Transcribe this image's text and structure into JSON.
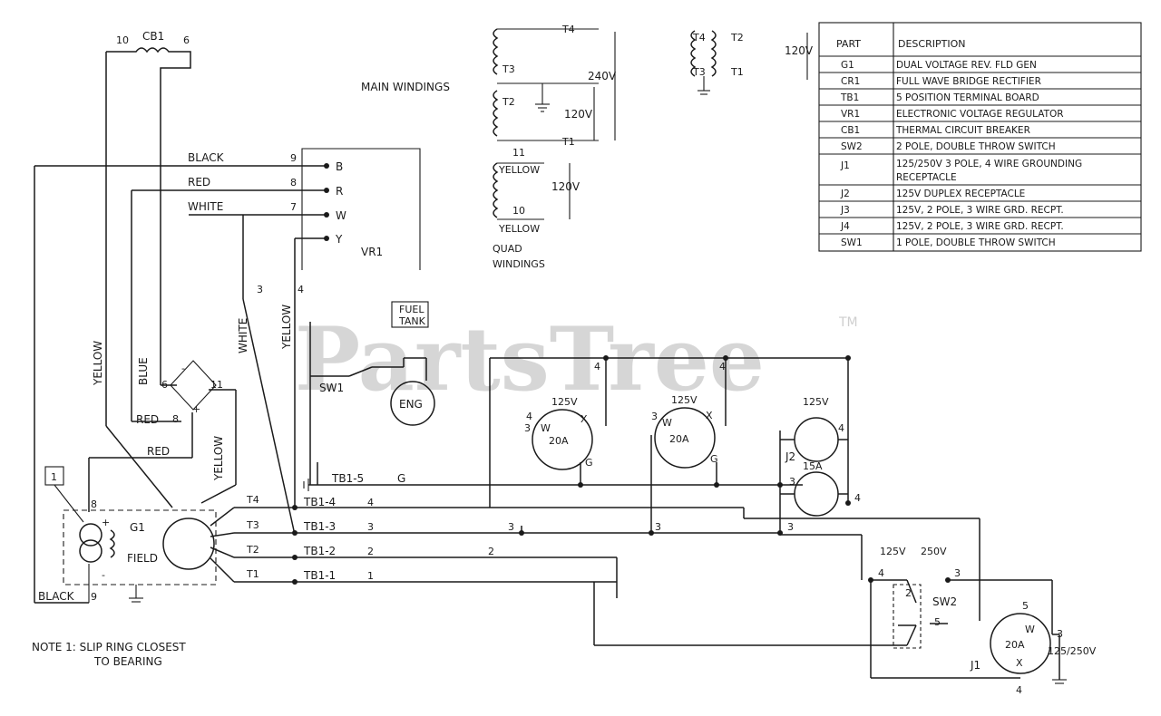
{
  "watermark": {
    "brand": "PartsTree",
    "tm": "TM"
  },
  "labels": {
    "main_windings": "MAIN WINDINGS",
    "quad_line1": "QUAD",
    "quad_line2": "WINDINGS",
    "t4": "T4",
    "t3": "T3",
    "t2": "T2",
    "t1": "T1",
    "v240": "240V",
    "v120": "120V",
    "yellow": "YELLOW",
    "n11": "11",
    "n10": "10",
    "cb1": "CB1",
    "n10_top": "10",
    "n6_top": "6",
    "black": "BLACK",
    "red": "RED",
    "white": "WHITE",
    "blue": "BLUE",
    "vr1": "VR1",
    "term_b": "B",
    "term_r": "R",
    "term_w": "W",
    "term_y": "Y",
    "n9": "9",
    "n8": "8",
    "n7": "7",
    "n4": "4",
    "n3": "3",
    "n6": "6",
    "fuel_tank_1": "FUEL",
    "fuel_tank_2": "TANK",
    "sw1": "SW1",
    "eng": "ENG",
    "cr1_plus": "+",
    "cr1_minus": "-",
    "field": "FIELD",
    "g1": "G1",
    "note_box": "1",
    "tb1_5": "TB1-5",
    "tb1_4": "TB1-4",
    "tb1_3": "TB1-3",
    "tb1_2": "TB1-2",
    "tb1_1": "TB1-1",
    "g": "G",
    "n1": "1",
    "n2": "2",
    "v125": "125V",
    "a20": "20A",
    "a15": "15A",
    "x": "X",
    "j2": "J2",
    "j1": "J1",
    "sw2": "SW2",
    "v125_sw": "125V",
    "v250_sw": "250V",
    "v125_250": "125/250V",
    "n5": "5",
    "note_line1": "NOTE 1: SLIP RING CLOSEST",
    "note_line2": "TO BEARING"
  },
  "parts_table": {
    "header_part": "PART",
    "header_desc": "DESCRIPTION",
    "rows": [
      {
        "part": "G1",
        "desc": "DUAL VOLTAGE REV. FLD GEN"
      },
      {
        "part": "CR1",
        "desc": "FULL WAVE BRIDGE RECTIFIER"
      },
      {
        "part": "TB1",
        "desc": "5 POSITION TERMINAL BOARD"
      },
      {
        "part": "VR1",
        "desc": "ELECTRONIC VOLTAGE REGULATOR"
      },
      {
        "part": "CB1",
        "desc": "THERMAL CIRCUIT BREAKER"
      },
      {
        "part": "SW2",
        "desc": "2 POLE, DOUBLE THROW SWITCH"
      },
      {
        "part": "J1",
        "desc": "125/250V 3 POLE, 4 WIRE GROUNDING",
        "desc2": "RECEPTACLE"
      },
      {
        "part": "J2",
        "desc": "125V DUPLEX RECEPTACLE"
      },
      {
        "part": "J3",
        "desc": "125V, 2 POLE, 3 WIRE GRD. RECPT."
      },
      {
        "part": "J4",
        "desc": "125V, 2 POLE, 3 WIRE GRD. RECPT."
      },
      {
        "part": "SW1",
        "desc": "1 POLE, DOUBLE THROW SWITCH"
      }
    ]
  }
}
